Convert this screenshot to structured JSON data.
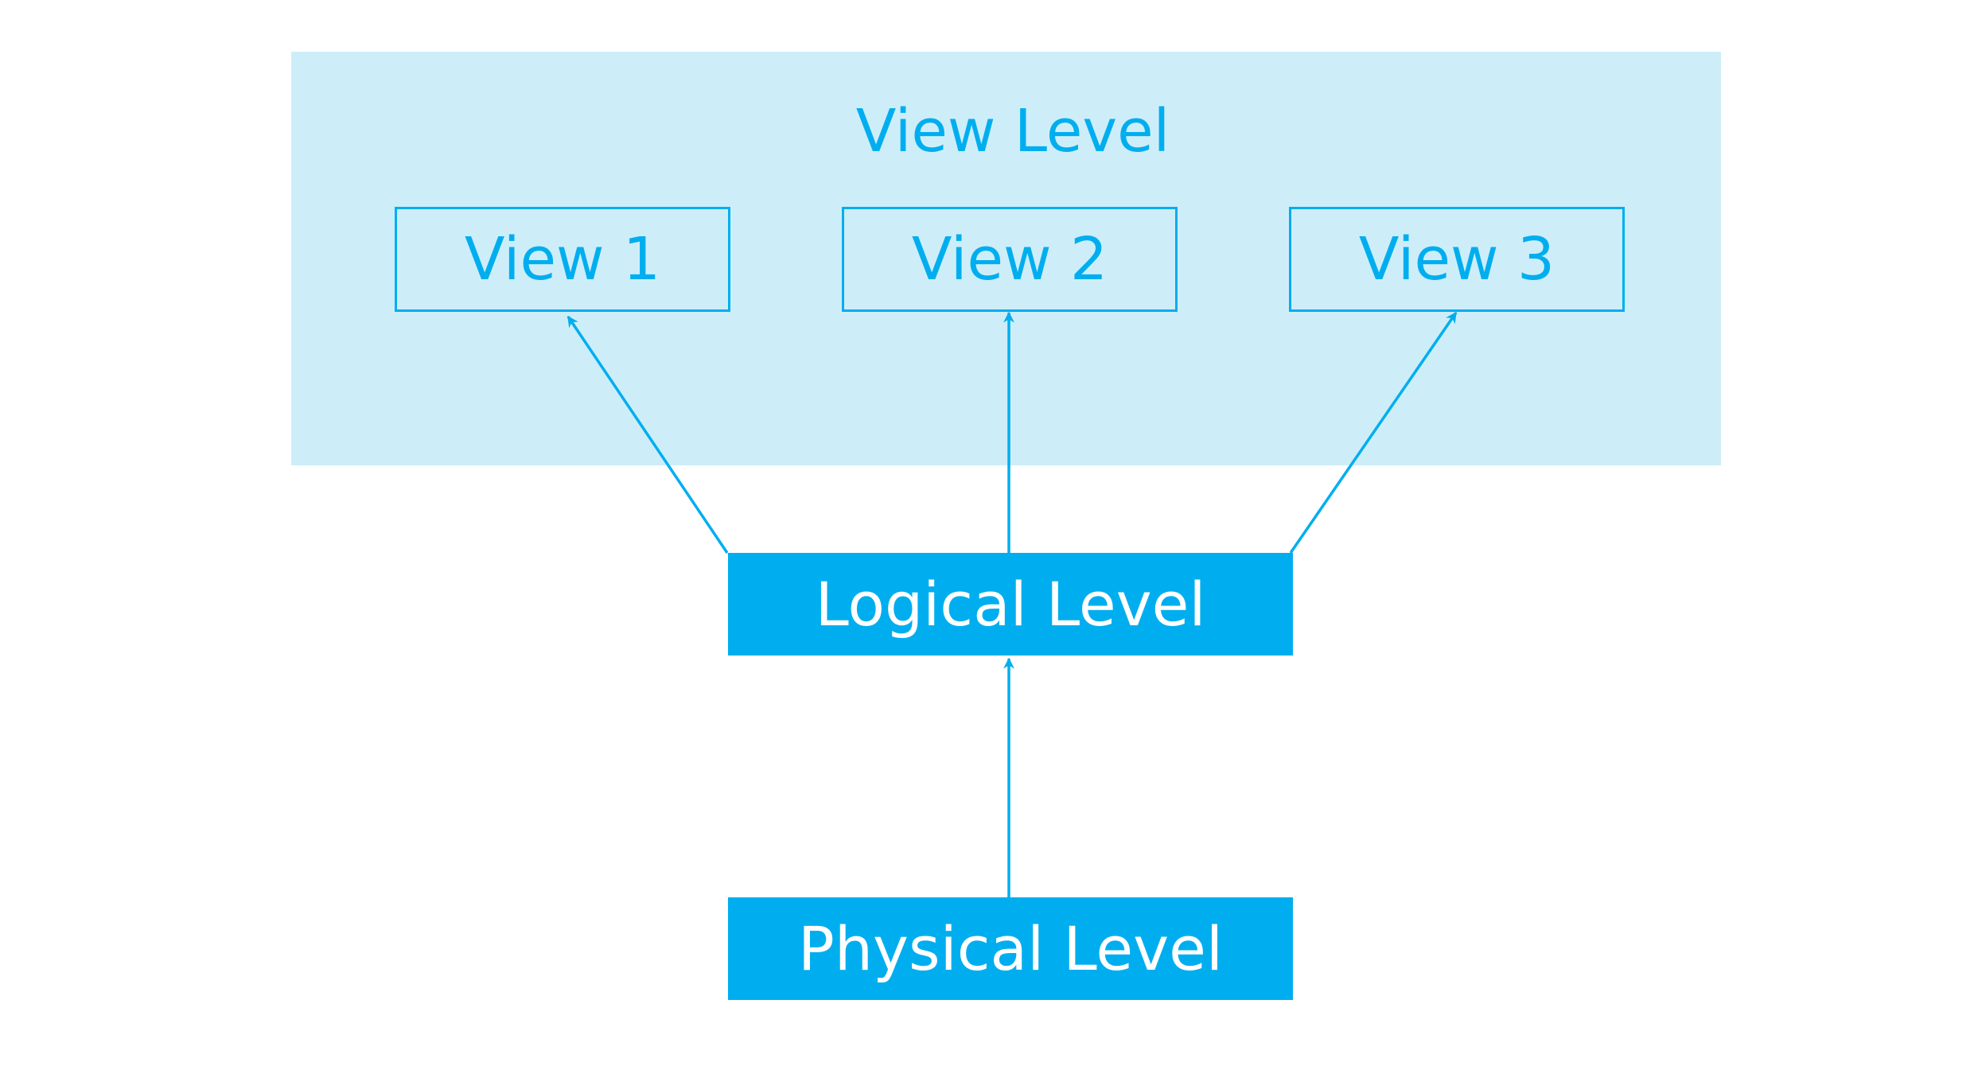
{
  "diagram": {
    "view_level": {
      "title": "View Level",
      "views": [
        "View 1",
        "View 2",
        "View 3"
      ]
    },
    "logical_level": "Logical Level",
    "physical_level": "Physical Level",
    "colors": {
      "accent": "#00aeef",
      "panel": "#cdeef9",
      "background": "#ffffff",
      "box_text": "#ffffff"
    },
    "edges": [
      {
        "from": "logical_level",
        "to": "view_1"
      },
      {
        "from": "logical_level",
        "to": "view_2"
      },
      {
        "from": "logical_level",
        "to": "view_3"
      },
      {
        "from": "physical_level",
        "to": "logical_level"
      }
    ]
  }
}
